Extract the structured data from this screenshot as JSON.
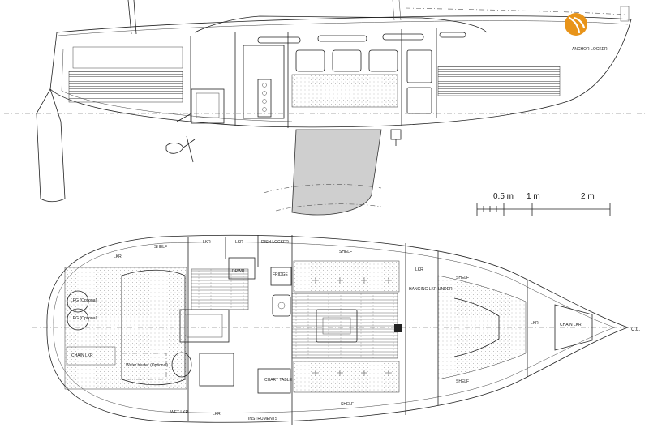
{
  "profile_view": {
    "labels": {
      "anchor_locker": "ANCHOR LOCKER"
    }
  },
  "scale_bar": {
    "ticks": [
      "0.5 m",
      "1 m",
      "2 m"
    ]
  },
  "plan_view": {
    "labels": {
      "lkr_top_1": "LKR",
      "lkr_top_2": "LKR",
      "dish_locker": "DISH LOCKER",
      "shelf_top_1": "SHELF",
      "shelf_top_2": "SHELF",
      "lkr_fwd_top": "LKR",
      "lkr_fwd_top_2": "LKR",
      "shelf_fwd_top": "SHELF",
      "drawers": "DRWR",
      "fridge": "FRIDGE",
      "hanging_lkr": "HANGING LKR UNDER",
      "lpg_1": "LPG (Optional)",
      "lpg_2": "LPG (Optional)",
      "chain_lkr_aft": "CHAIN LKR",
      "water_heater": "Water heater (Optional)",
      "chart_table": "CHART TABLE",
      "wet_lkr": "WET LKR",
      "lkr_bottom": "LKR",
      "instruments": "INSTRUMENTS",
      "shelf_bottom": "SHELF",
      "shelf_fwd_bottom": "SHELF",
      "lkr_fwd_mid": "LKR",
      "chain_lkr_fwd": "CHAIN LKR",
      "centerline": "C.L."
    }
  },
  "logo": {
    "name": "broker-logo",
    "color": "#e8941a"
  }
}
